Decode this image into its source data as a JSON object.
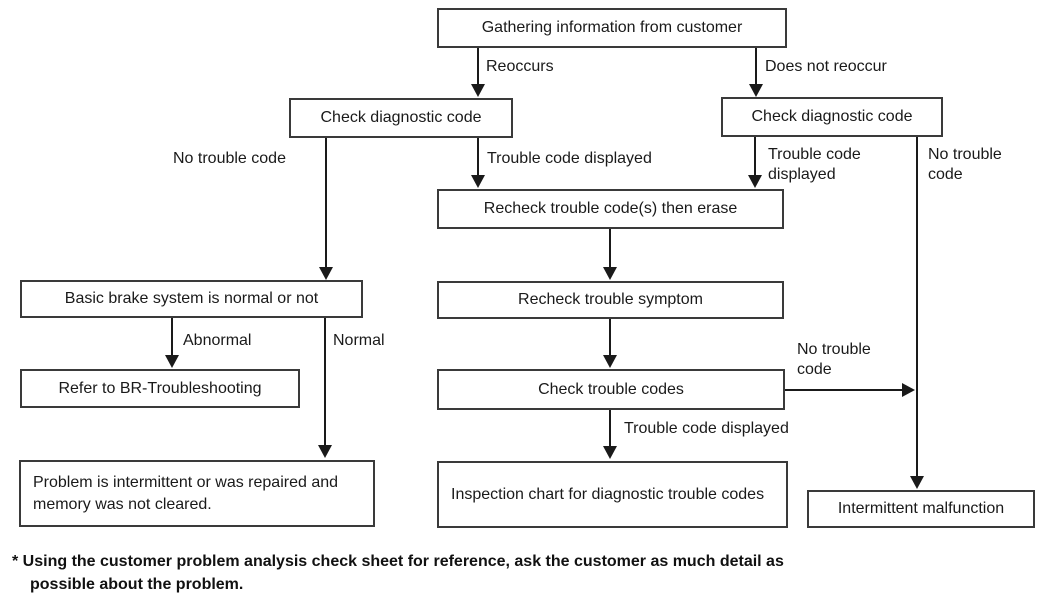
{
  "nodes": {
    "gathering": {
      "label": "Gathering information from customer"
    },
    "check_diag_left": {
      "label": "Check diagnostic code"
    },
    "check_diag_right": {
      "label": "Check diagnostic code"
    },
    "recheck_erase": {
      "label": "Recheck trouble code(s) then erase"
    },
    "recheck_symptom": {
      "label": "Recheck trouble symptom"
    },
    "check_trouble_codes": {
      "label": "Check trouble codes"
    },
    "basic_brake": {
      "label": "Basic brake system is normal or not"
    },
    "refer_br": {
      "label": "Refer to BR-Troubleshooting"
    },
    "problem_intermittent": {
      "label": "Problem is intermittent or was repaired and memory was not cleared."
    },
    "inspection_chart": {
      "label": "Inspection chart for diagnostic trouble codes"
    },
    "intermittent_malfunction": {
      "label": "Intermittent malfunction"
    }
  },
  "edge_labels": {
    "reoccurs": "Reoccurs",
    "does_not_reoccur": "Does not reoccur",
    "no_trouble_code_left": "No trouble code",
    "trouble_code_displayed_mid": "Trouble code displayed",
    "trouble_code_displayed_right": "Trouble code displayed",
    "no_trouble_code_right": "No trouble code",
    "abnormal": "Abnormal",
    "normal": "Normal",
    "no_trouble_code_mid": "No trouble code",
    "trouble_code_displayed_bottom": "Trouble code displayed"
  },
  "footnote": {
    "line1": "* Using the customer problem analysis check sheet for reference, ask the customer as much detail as",
    "line2": "possible about the problem."
  },
  "colors": {
    "background": "#ffffff",
    "line": "#1a1a1a",
    "box_border": "#3a3a3a",
    "text": "#1a1a1a"
  }
}
